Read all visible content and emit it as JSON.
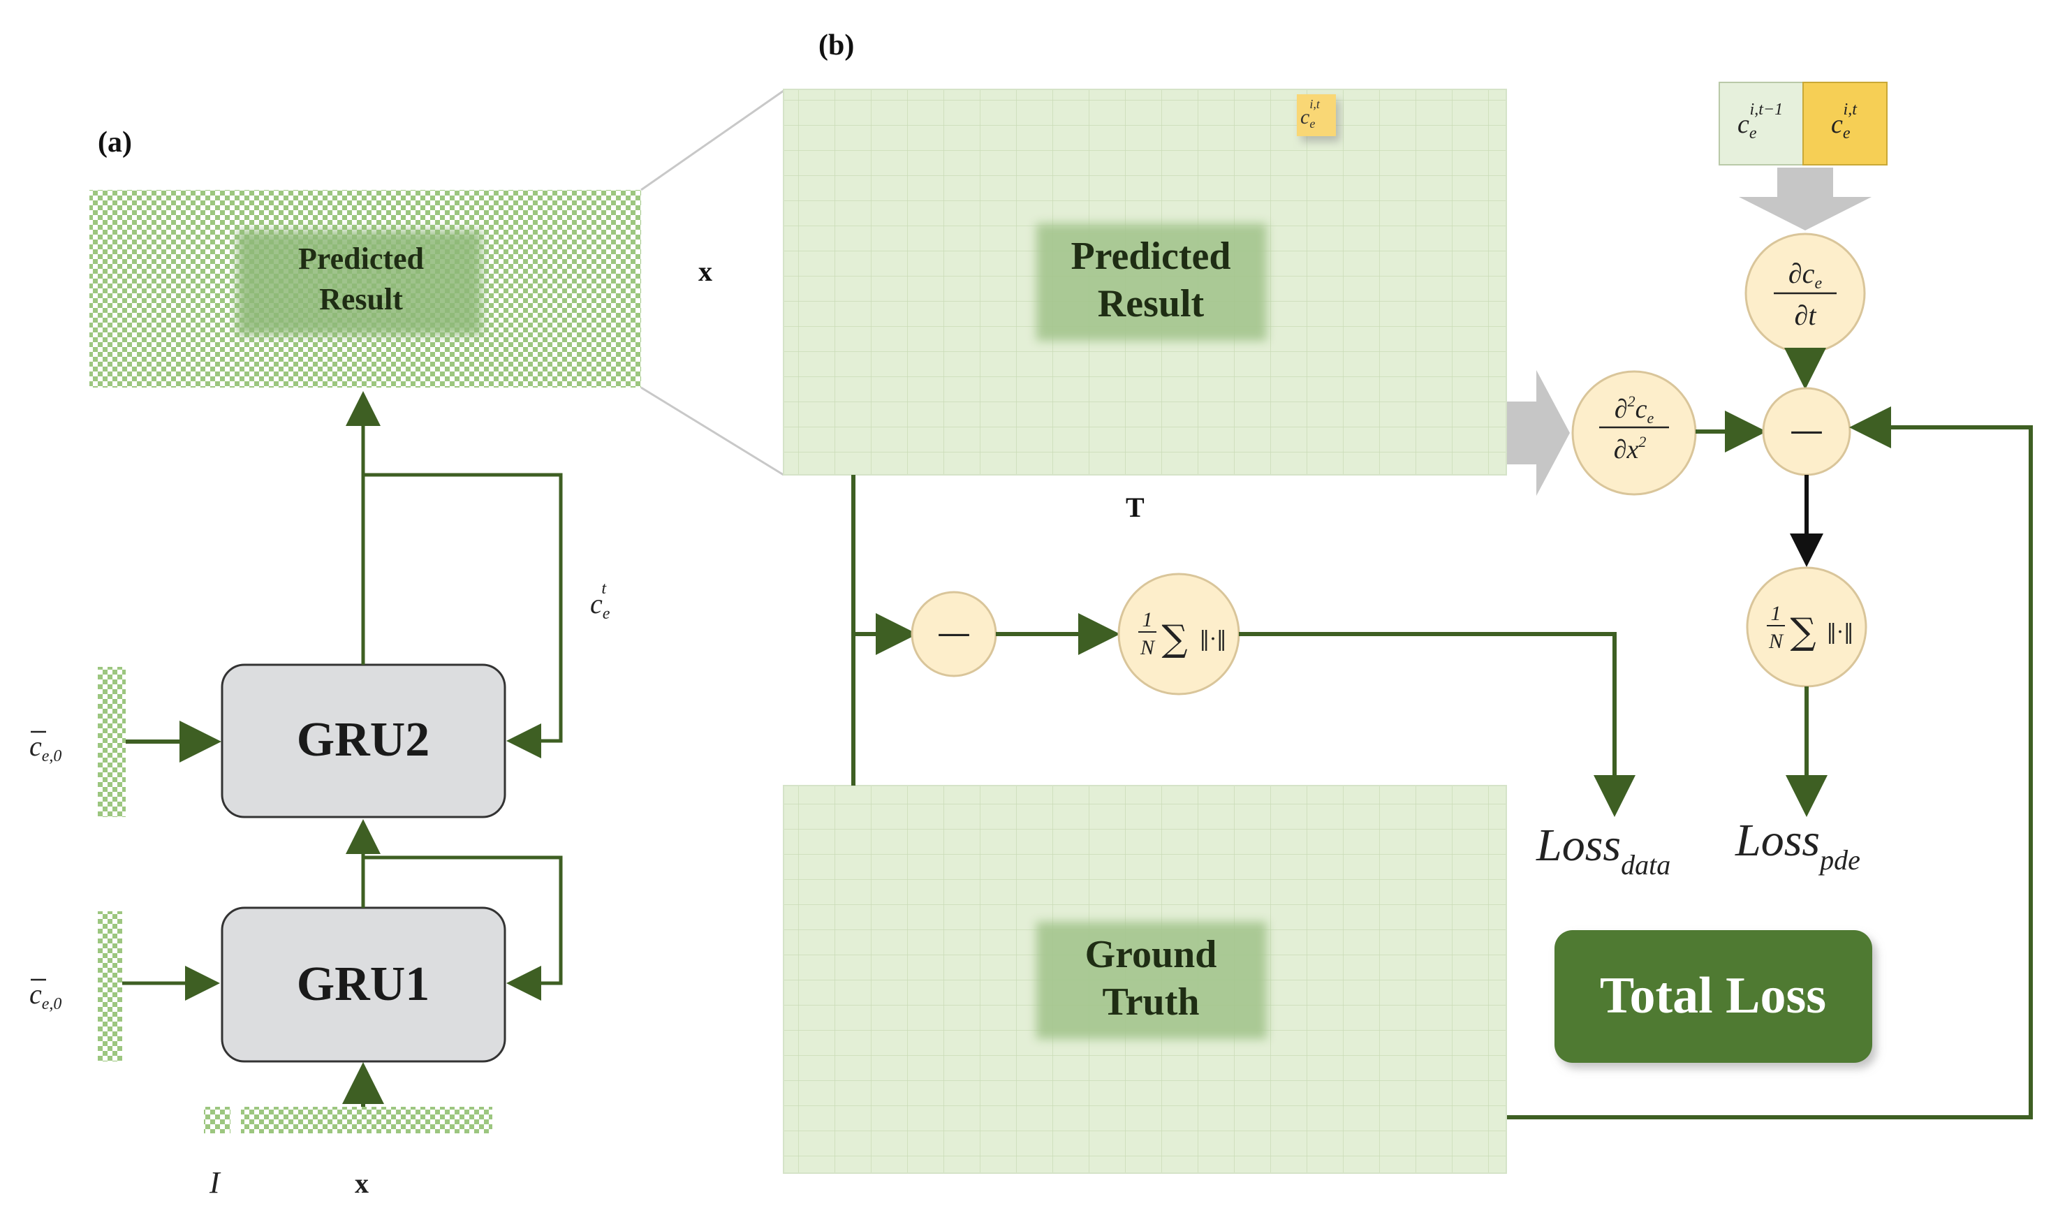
{
  "panels": {
    "a_label": "(a)",
    "b_label": "(b)"
  },
  "panel_a": {
    "predicted_line1": "Predicted",
    "predicted_line2": "Result",
    "gru2": "GRU2",
    "gru1": "GRU1",
    "feedback_label": "c",
    "feedback_sub": "e",
    "feedback_sup": "t",
    "input_bar1_label": "c",
    "input_bar1_sub": "e,0",
    "input_bar2_label": "c",
    "input_bar2_sub": "e,0",
    "bottom_I": "I",
    "bottom_x": "x"
  },
  "panel_b": {
    "axis_x": "x",
    "axis_T": "T",
    "predicted_line1": "Predicted",
    "predicted_line2": "Result",
    "ground_line1": "Ground",
    "ground_line2": "Truth",
    "cell_label": "c",
    "cell_sub": "e",
    "cell_sup": "i,t",
    "strip_left": "c",
    "strip_left_sub": "e",
    "strip_left_sup": "i,t−1",
    "strip_right": "c",
    "strip_right_sub": "e",
    "strip_right_sup": "i,t",
    "minus": "—",
    "loss": "Loss",
    "loss_data_sub": "data",
    "loss_pde_sub": "pde",
    "total_loss": "Total Loss"
  },
  "math": {
    "partial": "∂",
    "one": "1",
    "N": "N",
    "sigma": "∑",
    "norm": "‖·‖",
    "two": "2",
    "x2": "x",
    "t": "t"
  },
  "colors": {
    "arrow_green": "#3e5f23",
    "grid_fill": "#e3efd6",
    "node_fill": "#fdeecb",
    "total_loss": "#507a32",
    "gru_fill": "#dcdddf",
    "yellow": "#f6cf55"
  }
}
